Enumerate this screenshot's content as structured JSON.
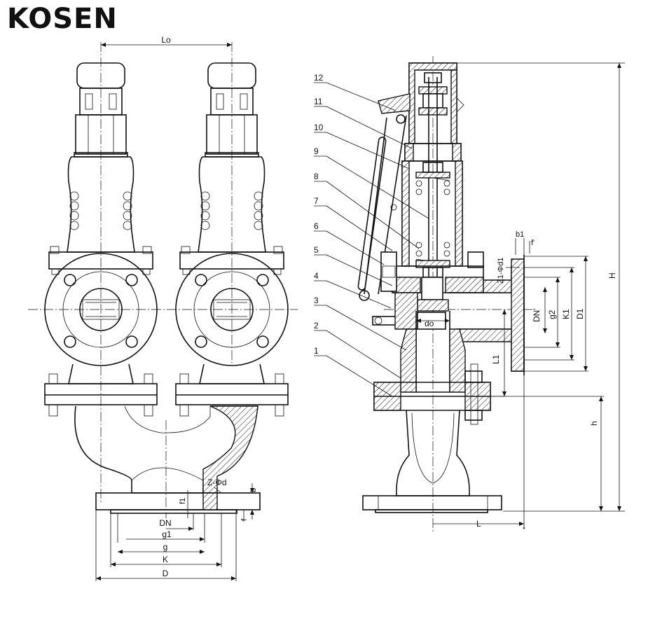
{
  "brand": {
    "logo_text": "KOSEN"
  },
  "left_view": {
    "dimensions": {
      "center_distance": "Lo",
      "nominal_diameter": "DN",
      "g1": "g1",
      "g": "g",
      "k": "K",
      "d": "D",
      "bolt_holes": "Z-Φd",
      "b": "b",
      "f": "f",
      "f1": "f1"
    }
  },
  "right_view": {
    "part_numbers": [
      "12",
      "11",
      "10",
      "9",
      "8",
      "7",
      "6",
      "5",
      "4",
      "3",
      "2",
      "1"
    ],
    "dimensions": {
      "b1": "b1",
      "f_prime": "f'",
      "outlet_bolt_holes": "Z1-Φd1",
      "outlet_nominal": "DN'",
      "g2": "g2",
      "k1": "K1",
      "d1": "D1",
      "height_total": "H",
      "height_inlet": "h",
      "seat_diameter": "do",
      "l1": "L1",
      "l": "L",
      "minus": "-"
    }
  }
}
